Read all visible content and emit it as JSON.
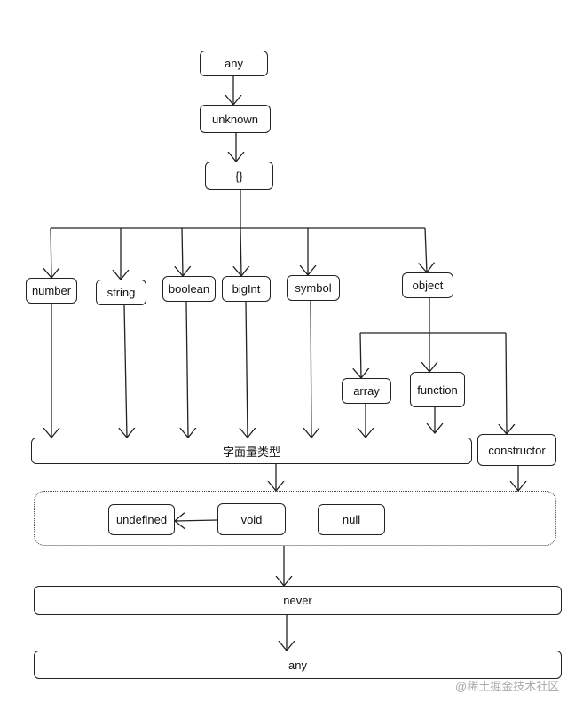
{
  "nodes": {
    "any_top": "any",
    "unknown": "unknown",
    "empty_object": "{}",
    "number": "number",
    "string": "string",
    "boolean": "boolean",
    "bigint": "bigInt",
    "symbol": "symbol",
    "object": "object",
    "array": "array",
    "function": "function",
    "literal_types": "字面量类型",
    "constructor": "constructor",
    "undefined": "undefined",
    "void": "void",
    "null": "null",
    "never": "never",
    "any_bottom": "any"
  },
  "watermark": "@稀土掘金技术社区"
}
